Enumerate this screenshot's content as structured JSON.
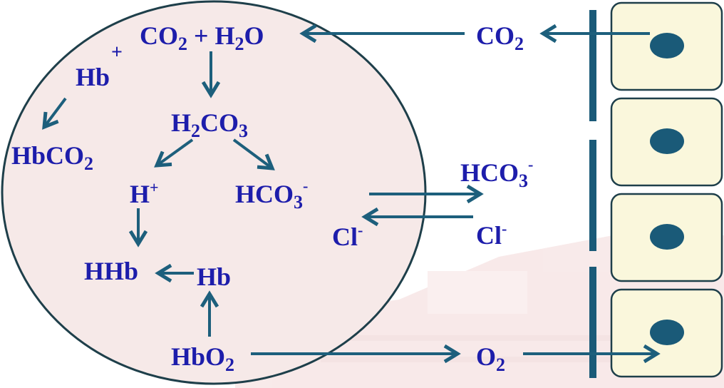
{
  "colors": {
    "text": "#1d1dab",
    "arrow": "#1d5f7c",
    "cell_fill": "#f6e9e8",
    "tissue_cell_fill": "#faf7dc",
    "nucleus": "#1a5a78"
  },
  "rbc": {
    "co2_plus_h2o": {
      "a": "CO",
      "a_sub": "2",
      "plus": " + H",
      "b_sub": "2",
      "b": "O"
    },
    "hb_plus": {
      "base": "Hb",
      "sup": "+"
    },
    "hbco2": {
      "base": "HbCO",
      "sub": "2"
    },
    "h2co3": {
      "a": "H",
      "a_sub": "2",
      "b": "CO",
      "b_sub": "3"
    },
    "h_plus": {
      "base": "H",
      "sup": "+"
    },
    "hco3_minus": {
      "base": "HCO",
      "sub": "3",
      "sup": "-"
    },
    "hhb": "HHb",
    "hb": "Hb",
    "hbo2": {
      "base": "HbO",
      "sub": "2"
    },
    "cl_minus": {
      "base": "Cl",
      "sup": "-"
    }
  },
  "plasma": {
    "co2": {
      "base": "CO",
      "sub": "2"
    },
    "hco3_minus": {
      "base": "HCO",
      "sub": "3",
      "sup": "-"
    },
    "cl_minus": {
      "base": "Cl",
      "sup": "-"
    },
    "o2": {
      "base": "O",
      "sub": "2"
    }
  },
  "icons": [
    "arrow-icon",
    "nucleus-icon"
  ]
}
